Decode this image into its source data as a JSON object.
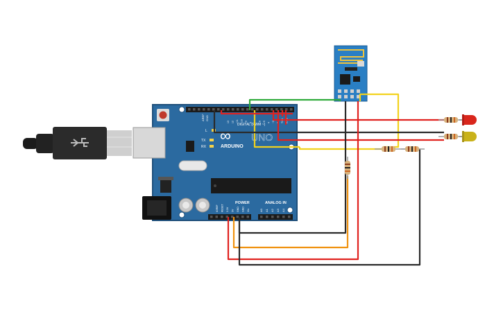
{
  "board": {
    "brand": "ARDUINO",
    "model": "UNO",
    "logo": "∞",
    "aref_label": "AREF",
    "gnd_label": "GND",
    "digital_label": "DIGITAL (PWM ~)",
    "power_label": "POWER",
    "analog_label": "ANALOG IN",
    "tx_label": "TX",
    "rx_label": "RX",
    "l_label": "L",
    "digital_pins": [
      "13",
      "12",
      "~11",
      "~10",
      "~9",
      "8",
      "7",
      "~6",
      "~5",
      "4",
      "~3",
      "2",
      "TX 1",
      "RX 0"
    ],
    "power_pins": [
      "IOREF",
      "RESET",
      "3.3V",
      "5V",
      "GND",
      "GND",
      "Vin"
    ],
    "analog_pins": [
      "A0",
      "A1",
      "A2",
      "A3",
      "A4",
      "A5"
    ]
  },
  "colors": {
    "board": "#2b6aa0",
    "board_dark": "#1f4f7a",
    "wire_red": "#e0221f",
    "wire_black": "#2a2a2a",
    "wire_green": "#2faa3a",
    "wire_yellow": "#f2d21c",
    "wire_orange": "#f0920f",
    "led_red": "#d9261c",
    "led_yellow": "#c9b21a",
    "esp_board": "#2a7fc4",
    "esp_antenna": "#f0c33c"
  },
  "components": {
    "usb_icon": "usb-icon",
    "wifi_module": "esp8266-icon",
    "leds": [
      "red",
      "yellow"
    ]
  }
}
